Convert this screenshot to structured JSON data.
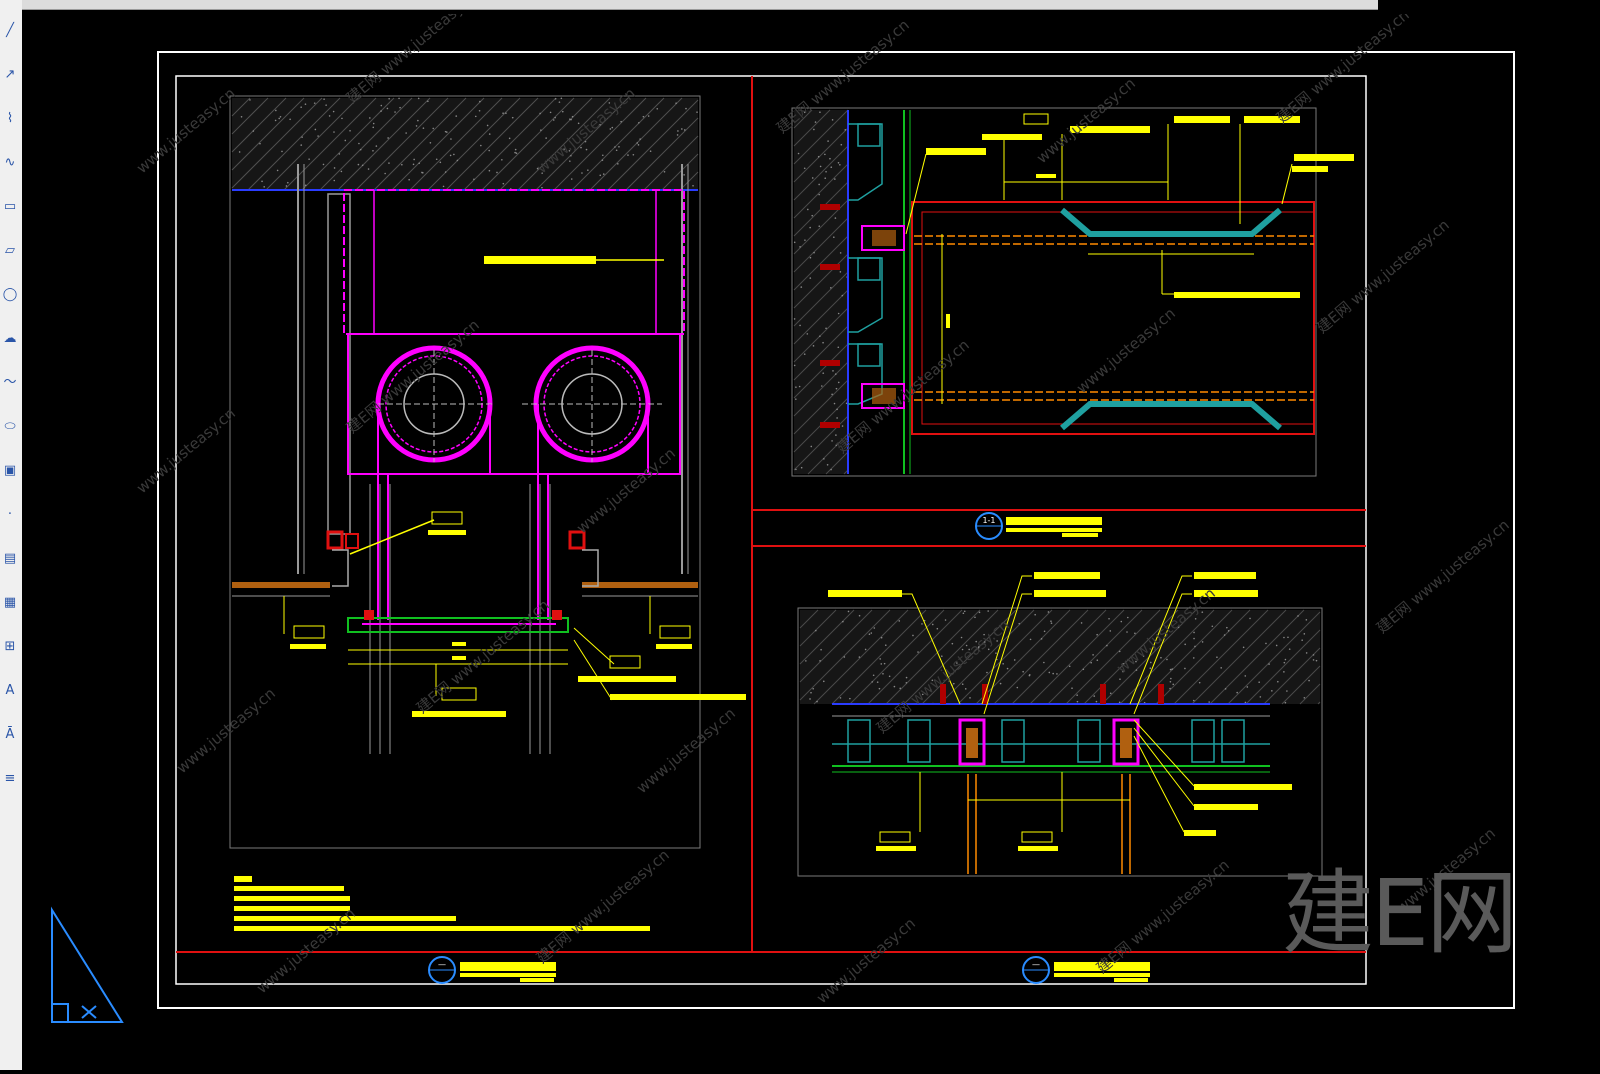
{
  "app": {
    "toolbar_icons": [
      "line-icon",
      "arrow-icon",
      "polyline-icon",
      "curve-icon",
      "rectangle-icon",
      "region-icon",
      "circle-icon",
      "revision-cloud-icon",
      "spline-icon",
      "ellipse-icon",
      "block-icon",
      "point-icon",
      "hatch-icon",
      "gradient-icon",
      "table-icon",
      "text-icon",
      "mtext-icon",
      "multiline-icon"
    ]
  },
  "colors": {
    "background": "#000000",
    "frame": "#ffffff",
    "border_red": "#e01010",
    "annotation_yellow": "#ffff00",
    "pipe_magenta": "#ff00ff",
    "structure_blue": "#2a3cff",
    "teal": "#1fa0a0",
    "green": "#10c020",
    "orange": "#ff8a00",
    "gray_line": "#8a8a8a"
  },
  "drawing": {
    "watermark_text": "www.justeasy.cn",
    "watermark_cn": "建E网",
    "brand_logo": "建E网",
    "detail_markers": [
      "1-1",
      "—",
      "—"
    ]
  }
}
